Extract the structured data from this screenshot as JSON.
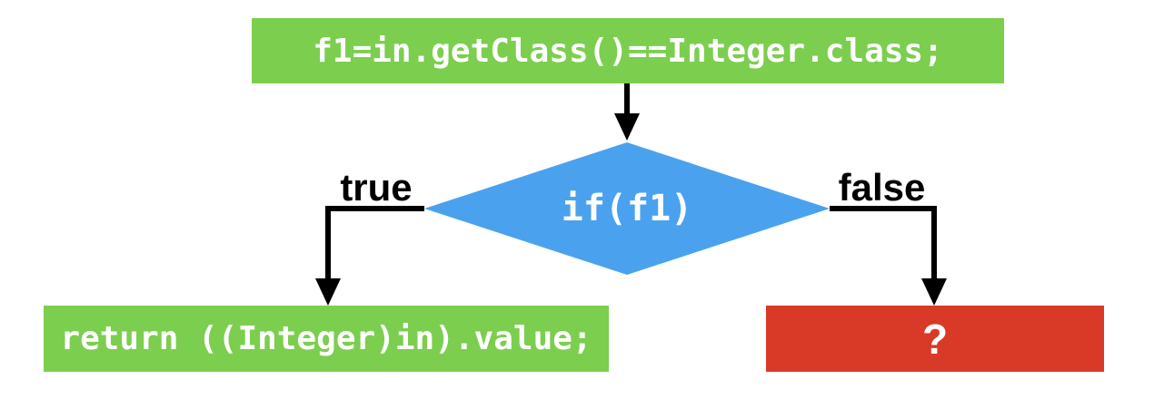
{
  "flowchart": {
    "nodes": {
      "statement": {
        "text": "f1=in.getClass()==Integer.class;",
        "shape": "rect",
        "color": "#7CCE4F"
      },
      "condition": {
        "text": "if(f1)",
        "shape": "diamond",
        "color": "#4AA2EF"
      },
      "true_result": {
        "text": "return ((Integer)in).value;",
        "shape": "rect",
        "color": "#7CCE4F"
      },
      "false_result": {
        "text": "?",
        "shape": "rect",
        "color": "#D93A28"
      }
    },
    "edge_labels": {
      "true_branch": "true",
      "false_branch": "false"
    },
    "colors": {
      "connector": "#000000",
      "node_text": "#FFFFFF",
      "label_text": "#000000",
      "background": "#FFFFFF"
    }
  }
}
